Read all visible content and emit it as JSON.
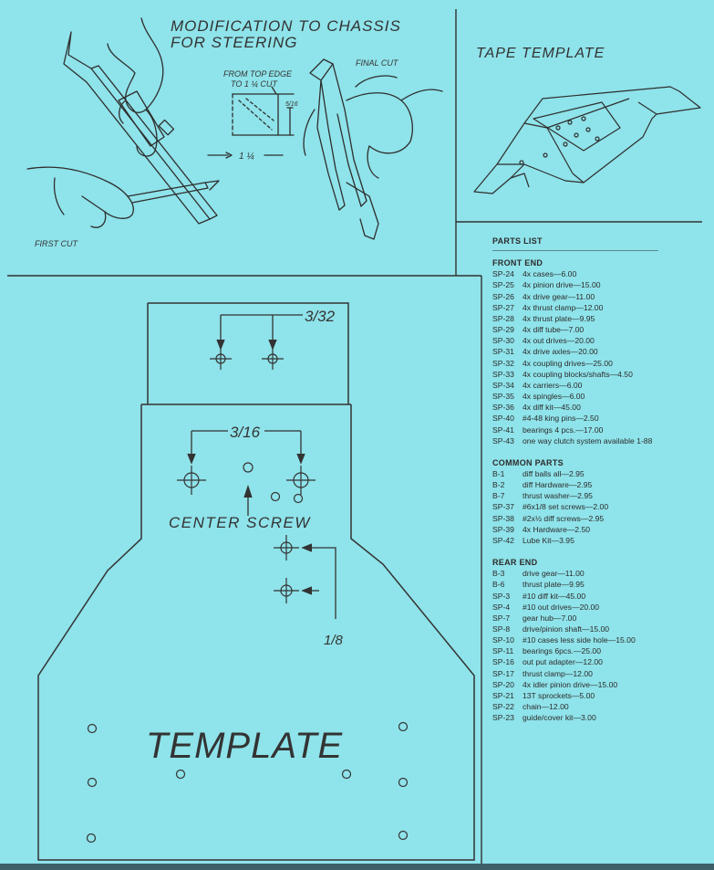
{
  "chassis_section": {
    "title_line1": "MODIFICATION TO CHASSIS",
    "title_line2": "FOR STEERING",
    "from_top_line1": "FROM TOP EDGE",
    "from_top_line2": "TO 1 ¼ CUT",
    "dim_width": "1 ¼",
    "dim_height": "5/16",
    "final_cut": "FINAL CUT",
    "first_cut": "FIRST CUT"
  },
  "tape_template": {
    "title": "TAPE TEMPLATE"
  },
  "template": {
    "dim_top": "3/32",
    "dim_middle": "3/16",
    "dim_side": "1/8",
    "center_screw": "CENTER SCREW",
    "label": "TEMPLATE"
  },
  "parts_list": {
    "title": "PARTS LIST",
    "front_end": {
      "heading": "FRONT END",
      "items": [
        {
          "code": "SP-24",
          "desc": "4x cases—6.00"
        },
        {
          "code": "SP-25",
          "desc": "4x pinion drive—15.00"
        },
        {
          "code": "SP-26",
          "desc": "4x drive gear—11.00"
        },
        {
          "code": "SP-27",
          "desc": "4x thrust clamp—12.00"
        },
        {
          "code": "SP-28",
          "desc": "4x thrust plate—9.95"
        },
        {
          "code": "SP-29",
          "desc": "4x diff tube—7.00"
        },
        {
          "code": "SP-30",
          "desc": "4x out drives—20.00"
        },
        {
          "code": "SP-31",
          "desc": "4x drive axles—20.00"
        },
        {
          "code": "SP-32",
          "desc": "4x coupling drives—25.00"
        },
        {
          "code": "SP-33",
          "desc": "4x coupling blocks/shafts—4.50"
        },
        {
          "code": "SP-34",
          "desc": "4x carriers—6.00"
        },
        {
          "code": "SP-35",
          "desc": "4x spingles—6.00"
        },
        {
          "code": "SP-36",
          "desc": "4x diff kit—45.00"
        },
        {
          "code": "SP-40",
          "desc": "#4-48 king pins—2.50"
        },
        {
          "code": "SP-41",
          "desc": "bearings 4 pcs.—17.00"
        },
        {
          "code": "SP-43",
          "desc": "one way clutch system available 1-88"
        }
      ]
    },
    "common_parts": {
      "heading": "COMMON PARTS",
      "items": [
        {
          "code": "B-1",
          "desc": "diff balls all—2.95"
        },
        {
          "code": "B-2",
          "desc": "diff Hardware—2.95"
        },
        {
          "code": "B-7",
          "desc": "thrust washer—2.95"
        },
        {
          "code": "SP-37",
          "desc": "#6x1/8 set screws—2.00"
        },
        {
          "code": "SP-38",
          "desc": "#2x½ diff screws—2.95"
        },
        {
          "code": "SP-39",
          "desc": "4x Hardware—2.50"
        },
        {
          "code": "SP-42",
          "desc": "Lube Kit—3.95"
        }
      ]
    },
    "rear_end": {
      "heading": "REAR END",
      "items": [
        {
          "code": "B-3",
          "desc": "drive gear—11.00"
        },
        {
          "code": "B-6",
          "desc": "thrust plate—9.95"
        },
        {
          "code": "SP-3",
          "desc": "#10 diff kit—45.00"
        },
        {
          "code": "SP-4",
          "desc": "#10 out drives—20.00"
        },
        {
          "code": "SP-7",
          "desc": "gear hub—7.00"
        },
        {
          "code": "SP-8",
          "desc": "drive/pinion shaft—15.00"
        },
        {
          "code": "SP-10",
          "desc": "#10 cases less side hole—15.00"
        },
        {
          "code": "SP-11",
          "desc": "bearings 6pcs.—25.00"
        },
        {
          "code": "SP-16",
          "desc": "out put adapter—12.00"
        },
        {
          "code": "SP-17",
          "desc": "thrust clamp—12.00"
        },
        {
          "code": "SP-20",
          "desc": "4x idler pinion drive—15.00"
        },
        {
          "code": "SP-21",
          "desc": "13T sprockets—5.00"
        },
        {
          "code": "SP-22",
          "desc": "chain—12.00"
        },
        {
          "code": "SP-23",
          "desc": "guide/cover kit—3.00"
        }
      ]
    }
  },
  "colors": {
    "background": "#8fe3ea",
    "ink": "#2a2a2a",
    "bottom_bar": "#3e5f68"
  }
}
